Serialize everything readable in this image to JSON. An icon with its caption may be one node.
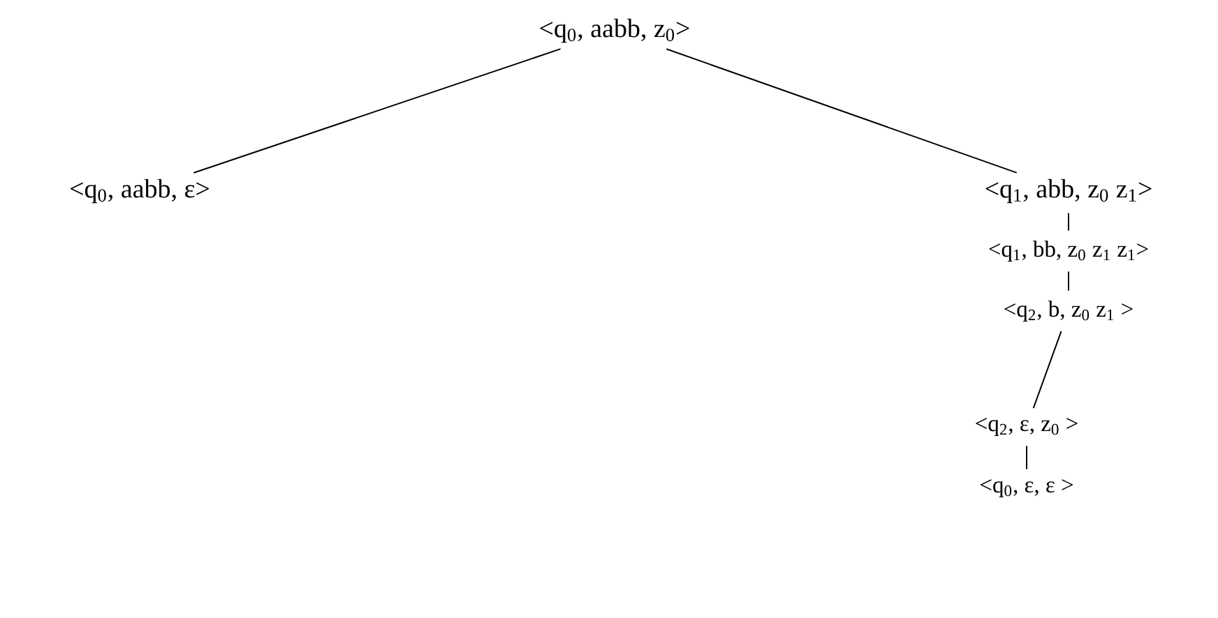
{
  "diagram": {
    "nodes": [
      {
        "text": [
          "<q$_{0}$, aabb, z$_{0}$>"
        ]
      },
      {
        "text": [
          "<q$_{0}$, aabb, ε>"
        ]
      },
      {
        "text": [
          "<q$_{1}$, abb, z$_{0}$ z$_{1}$>"
        ]
      },
      {
        "text": [
          "<q$_{1}$, bb, z$_{0}$ z$_{1}$ z$_{1}$>"
        ]
      },
      {
        "text": [
          "<q$_{2}$, b, z$_{0}$ z$_{1}$ >"
        ]
      },
      {
        "text": [
          "<q$_{2}$, ε, z$_{0}$ >"
        ]
      },
      {
        "text": [
          "<q$_{0}$, ε, ε >"
        ]
      }
    ],
    "edges": [
      {
        "from": 0,
        "to": 1,
        "arrow": "none"
      },
      {
        "from": 0,
        "to": 2,
        "arrow": "none"
      },
      {
        "from": 2,
        "to": 3,
        "arrow": "none"
      },
      {
        "from": 3,
        "to": 4,
        "arrow": "none"
      },
      {
        "from": 4,
        "to": 5,
        "arrow": "none"
      },
      {
        "from": 5,
        "to": 6,
        "arrow": "none"
      }
    ]
  }
}
